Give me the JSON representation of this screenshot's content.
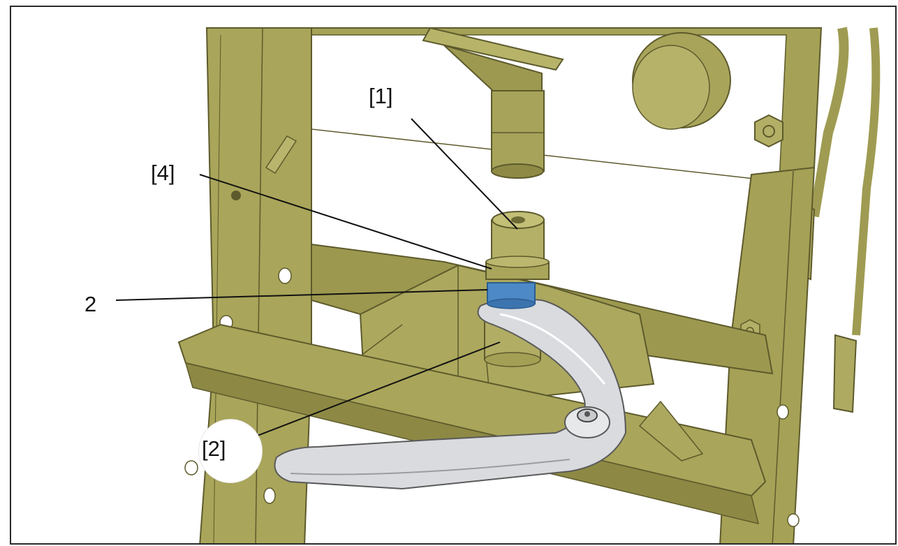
{
  "callouts": {
    "c1": "[1]",
    "c4": "[4]",
    "c2_part": "2",
    "c2": "[2]"
  },
  "colors": {
    "press_frame": "#a9a55a",
    "press_dark": "#6e6b35",
    "arm": "#d9dbdf",
    "bushing": "#4d89c6",
    "leader": "#111111"
  }
}
